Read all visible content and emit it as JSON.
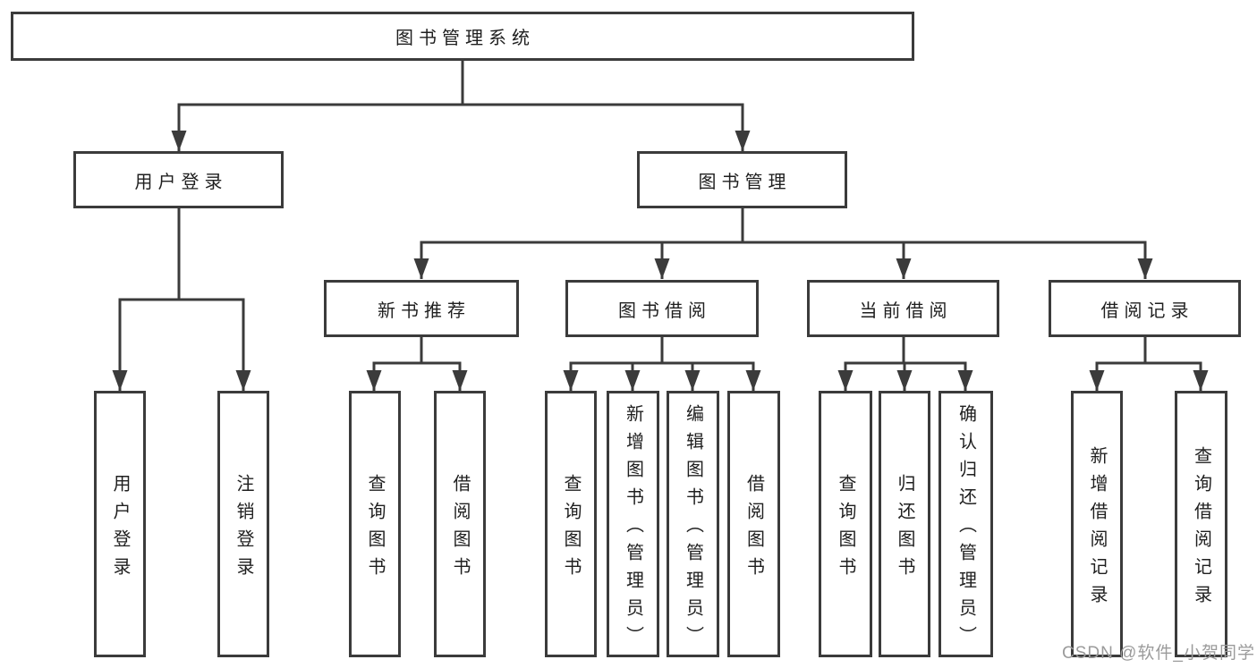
{
  "colors": {
    "background": "#ffffff",
    "line": "#3b3b3b",
    "text": "#1f1f1f",
    "watermark": "#9b9b9b"
  },
  "watermark": {
    "text": "CSDN @软件_小贺同学"
  },
  "tree": {
    "label": "图书管理系统",
    "children": [
      {
        "label": "用户登录",
        "children": [
          {
            "label": "用户登录"
          },
          {
            "label": "注销登录"
          }
        ]
      },
      {
        "label": "图书管理",
        "children": [
          {
            "label": "新书推荐",
            "children": [
              {
                "label": "查询图书"
              },
              {
                "label": "借阅图书"
              }
            ]
          },
          {
            "label": "图书借阅",
            "children": [
              {
                "label": "查询图书"
              },
              {
                "label": "新增图书（管理员）"
              },
              {
                "label": "编辑图书（管理员）"
              },
              {
                "label": "借阅图书"
              }
            ]
          },
          {
            "label": "当前借阅",
            "children": [
              {
                "label": "查询图书"
              },
              {
                "label": "归还图书"
              },
              {
                "label": "确认归还（管理员）"
              }
            ]
          },
          {
            "label": "借阅记录",
            "children": [
              {
                "label": "新增借阅记录"
              },
              {
                "label": "查询借阅记录"
              }
            ]
          }
        ]
      }
    ]
  }
}
